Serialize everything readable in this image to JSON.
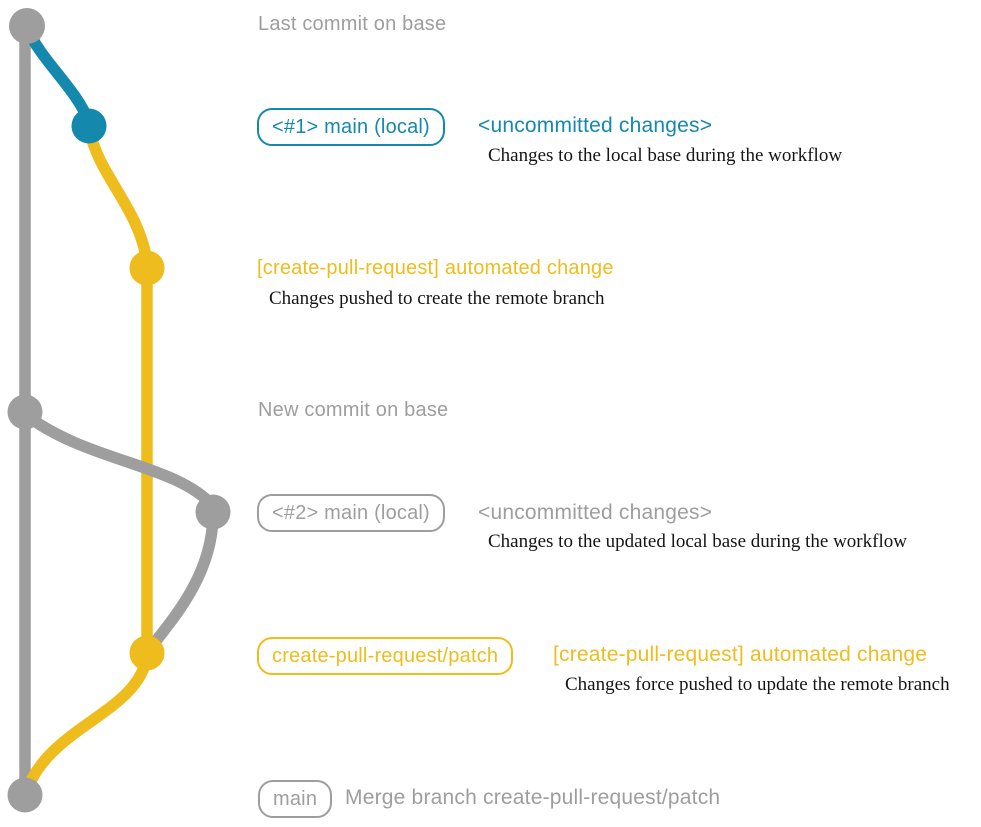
{
  "colors": {
    "teal": "#1489ad",
    "yellow": "#eebd1d",
    "gray": "#9e9e9e",
    "ink": "#151515"
  },
  "graph": {
    "branches": [
      {
        "name": "base",
        "color": "#9e9e9e"
      },
      {
        "name": "main (local)",
        "color": "#1489ad"
      },
      {
        "name": "create-pull-request/patch",
        "color": "#eebd1d"
      }
    ],
    "commits": [
      {
        "name": "last-commit-on-base",
        "branch": "base"
      },
      {
        "name": "uncommitted-changes-1",
        "branch": "main (local)"
      },
      {
        "name": "automated-change-1",
        "branch": "create-pull-request/patch"
      },
      {
        "name": "new-commit-on-base",
        "branch": "base"
      },
      {
        "name": "uncommitted-changes-2",
        "branch": "main (local)"
      },
      {
        "name": "automated-change-2",
        "branch": "create-pull-request/patch"
      },
      {
        "name": "merge-commit",
        "branch": "base"
      }
    ]
  },
  "rows": {
    "last_commit": {
      "label": "Last commit on base"
    },
    "row1": {
      "badge": "<#1> main (local)",
      "status": "<uncommitted changes>",
      "description": "Changes to the local base during the workflow"
    },
    "row2": {
      "title": "[create-pull-request] automated change",
      "description": "Changes pushed to create the remote branch"
    },
    "new_commit": {
      "label": "New commit on base"
    },
    "row3": {
      "badge": "<#2> main (local)",
      "status": "<uncommitted changes>",
      "description": "Changes to the updated local base during the workflow"
    },
    "row4": {
      "badge": "create-pull-request/patch",
      "title": "[create-pull-request] automated change",
      "description": "Changes force pushed to update the remote branch"
    },
    "merge": {
      "badge": "main",
      "label": "Merge branch create-pull-request/patch"
    }
  }
}
